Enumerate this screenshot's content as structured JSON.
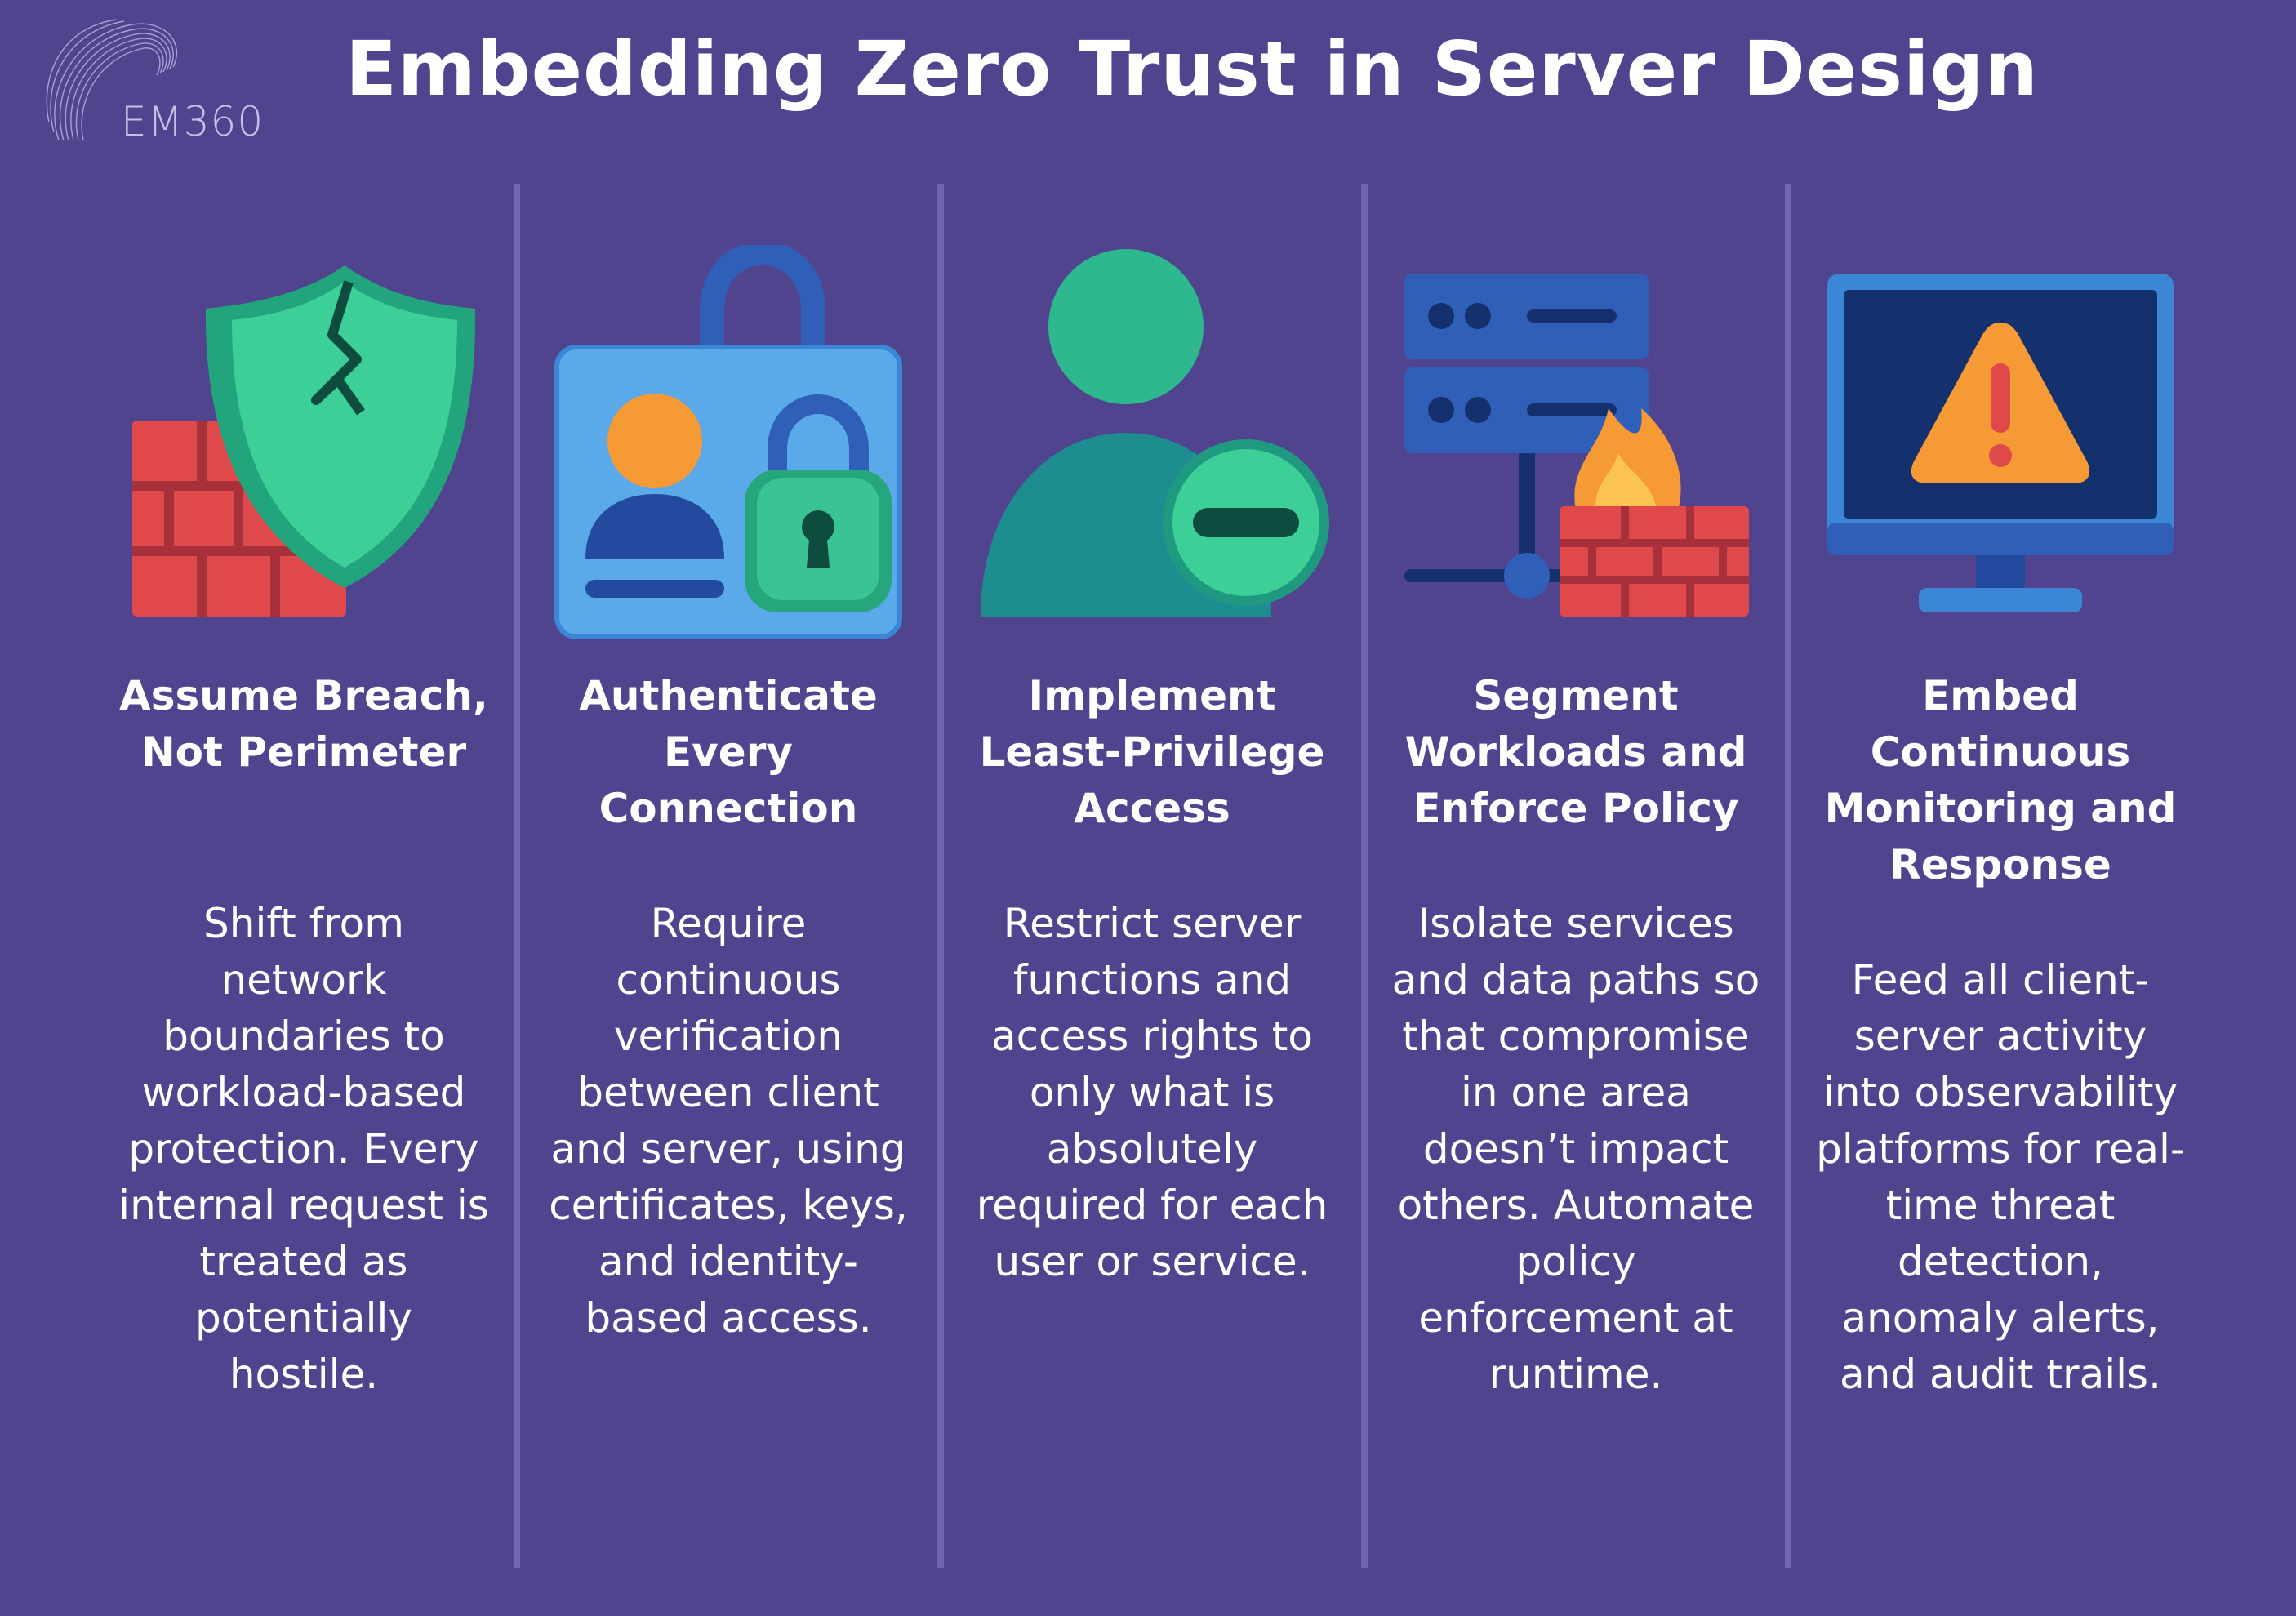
{
  "logo": {
    "text": "EM360"
  },
  "title": "Embedding Zero Trust in Server Design",
  "colors": {
    "background": "#51448f",
    "divider": "#6f67ad",
    "teal": "#2fbf8e",
    "red_brick": "#e0494c",
    "blue": "#3c86d8",
    "orange": "#f59a35"
  },
  "columns": [
    {
      "icon": "shield-firewall-icon",
      "title": "Assume Breach, Not Perimeter",
      "body": "Shift from network boundaries to workload-based protection. Every internal request is treated as potentially hostile."
    },
    {
      "icon": "id-card-lock-icon",
      "title": "Authenticate Every Connection",
      "body": "Require continuous verification between client and server, using certificates, keys, and identity-based access."
    },
    {
      "icon": "user-minus-icon",
      "title": "Implement Least-Privilege Access",
      "body": "Restrict server functions and access rights to only what is absolutely required for each user or service."
    },
    {
      "icon": "server-firewall-icon",
      "title": "Segment Workloads and Enforce Policy",
      "body": "Isolate services and data paths so that compromise in one area doesn’t impact others. Automate policy enforcement at runtime."
    },
    {
      "icon": "monitor-warning-icon",
      "title": "Embed Continuous Monitoring and Response",
      "body": "Feed all client-server activity into observability platforms for real-time threat detection, anomaly alerts, and audit trails."
    }
  ]
}
